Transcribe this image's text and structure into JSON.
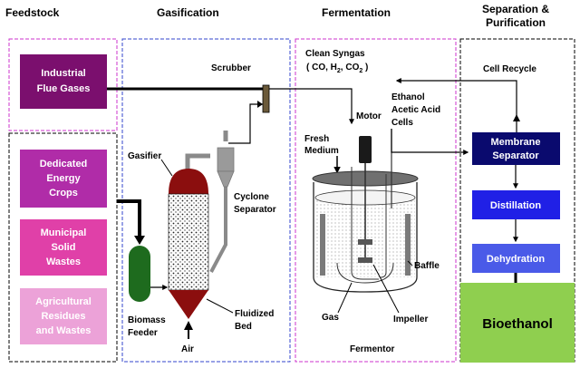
{
  "headers": {
    "feedstock": "Feedstock",
    "gasification": "Gasification",
    "fermentation": "Fermentation",
    "separation_line1": "Separation &",
    "separation_line2": "Purification"
  },
  "feedstock": {
    "industrial": [
      "Industrial",
      "Flue Gases"
    ],
    "energy_crops": [
      "Dedicated",
      "Energy",
      "Crops"
    ],
    "municipal": [
      "Municipal",
      "Solid",
      "Wastes"
    ],
    "agricultural": [
      "Agricultural",
      "Residues",
      "and Wastes"
    ]
  },
  "gasification": {
    "scrubber": "Scrubber",
    "gasifier": "Gasifier",
    "cyclone": [
      "Cyclone",
      "Separator"
    ],
    "biomass_feeder": [
      "Biomass",
      "Feeder"
    ],
    "fluidized_bed": [
      "Fluidized",
      "Bed"
    ],
    "air": "Air"
  },
  "fermentation": {
    "clean_syngas": "Clean Syngas",
    "syngas_formula": {
      "open": "( CO, H",
      "h_sub": "2",
      "mid": ", CO",
      "co_sub": "2",
      "close": " )"
    },
    "motor": "Motor",
    "fresh_medium": [
      "Fresh",
      "Medium"
    ],
    "ethanol_cells": [
      "Ethanol",
      "Acetic Acid",
      "Cells"
    ],
    "baffle": "Baffle",
    "gas": "Gas",
    "impeller": "Impeller",
    "fermentor": "Fermentor"
  },
  "separation": {
    "cell_recycle": "Cell Recycle",
    "membrane": [
      "Membrane",
      "Separator"
    ],
    "distillation": "Distillation",
    "dehydration": "Dehydration",
    "bioethanol": "Bioethanol"
  },
  "colors": {
    "industrial": "#7b0f6e",
    "energy_crops": "#b02ca8",
    "municipal": "#e040a8",
    "agricultural": "#eca2d8",
    "membrane": "#0a0a6e",
    "distillation": "#2020e6",
    "dehydration": "#4a5ae8",
    "bioethanol": "#8fcf4f",
    "gasifier": "#8b0e0e",
    "feeder": "#1e6b1e",
    "frame_magenta": "#cc33cc",
    "frame_blue": "#3344cc"
  }
}
